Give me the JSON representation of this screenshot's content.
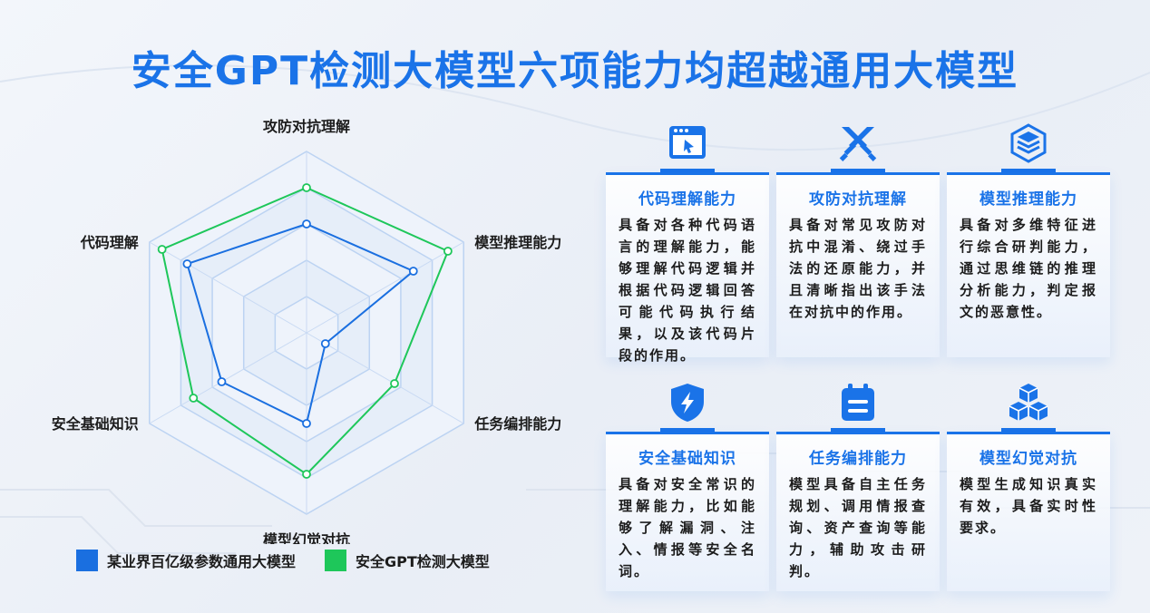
{
  "title": "安全GPT检测大模型六项能力均超越通用大模型",
  "colors": {
    "accent": "#1a73e8",
    "series_blue": "#1a6fe0",
    "series_green": "#1ec75a"
  },
  "chart_data": {
    "type": "radar",
    "axes": [
      "攻防对抗理解",
      "模型推理能力",
      "任务编排能力",
      "模型幻觉对抗",
      "安全基础知识",
      "代码理解"
    ],
    "rlim": [
      0,
      5
    ],
    "levels": 5,
    "series": [
      {
        "name": "某业界百亿级参数通用大模型",
        "values": [
          3.0,
          3.4,
          0.6,
          2.5,
          2.7,
          3.8
        ]
      },
      {
        "name": "安全GPT检测大模型",
        "values": [
          4.0,
          4.5,
          2.8,
          3.9,
          3.6,
          4.6
        ]
      }
    ],
    "legend_position": "bottom-left"
  },
  "cards": [
    {
      "icon": "code-window-icon",
      "title": "代码理解能力",
      "desc": "具备对各种代码语言的理解能力，能够理解代码逻辑并根据代码逻辑回答可能代码执行结果，以及该代码片段的作用。"
    },
    {
      "icon": "crossed-swords-icon",
      "title": "攻防对抗理解",
      "desc": "具备对常见攻防对抗中混淆、绕过手法的还原能力，并且清晰指出该手法在对抗中的作用。"
    },
    {
      "icon": "layers-cube-icon",
      "title": "模型推理能力",
      "desc": "具备对多维特征进行综合研判能力，通过思维链的推理分析能力，判定报文的恶意性。"
    },
    {
      "icon": "shield-bolt-icon",
      "title": "安全基础知识",
      "desc": "具备对安全常识的理解能力，比如能够了解漏洞、注入、情报等安全名词。"
    },
    {
      "icon": "calendar-list-icon",
      "title": "任务编排能力",
      "desc": "模型具备自主任务规划、调用情报查询、资产查询等能力，辅助攻击研判。"
    },
    {
      "icon": "stacked-cubes-icon",
      "title": "模型幻觉对抗",
      "desc": "模型生成知识真实有效，具备实时性要求。"
    }
  ]
}
